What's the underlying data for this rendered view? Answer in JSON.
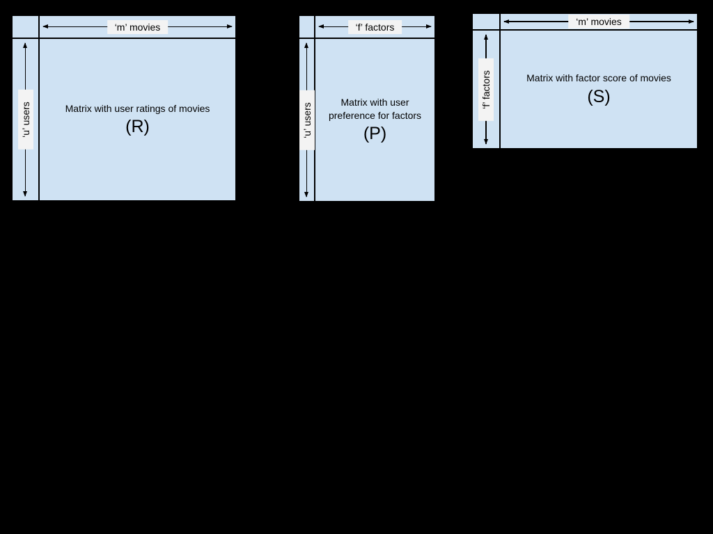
{
  "colors": {
    "background": "#000000",
    "matrix_fill": "#cfe2f3",
    "label_bg": "#f3f3f3",
    "line": "#000000",
    "text": "#000000"
  },
  "matrices": [
    {
      "name": "user-ratings-matrix",
      "col_header": "‘m’ movies",
      "row_header": "‘u’ users",
      "description": "Matrix with user ratings of movies",
      "symbol": "(R)"
    },
    {
      "name": "user-preference-matrix",
      "col_header": "‘f’ factors",
      "row_header": "‘u’ users",
      "description": "Matrix with user preference for factors",
      "symbol": "(P)"
    },
    {
      "name": "factor-score-matrix",
      "col_header": "‘m’ movies",
      "row_header": "‘f’ factors",
      "description": "Matrix with factor score of movies",
      "symbol": "(S)"
    }
  ]
}
